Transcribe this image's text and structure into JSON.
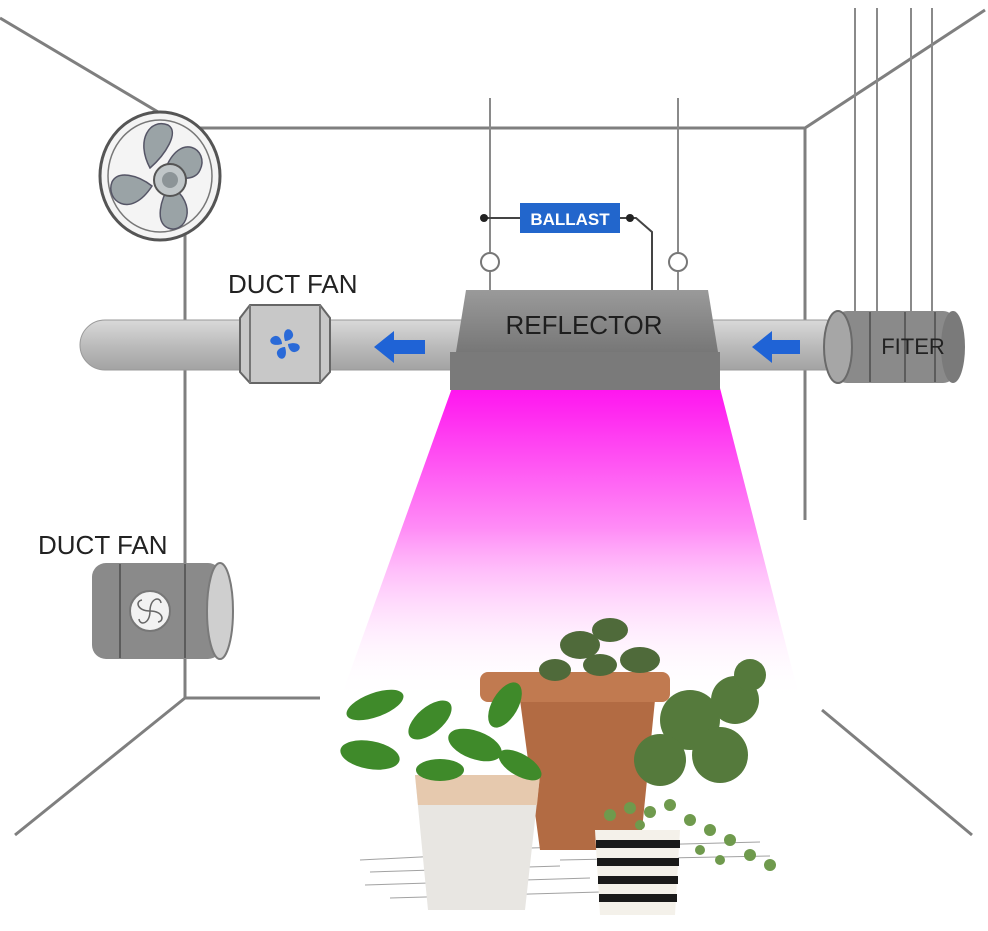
{
  "labels": {
    "duct_fan_top": "DUCT FAN",
    "duct_fan_side": "DUCT FAN",
    "reflector": "REFLECTOR",
    "ballast": "BALLAST",
    "filter": "FITER"
  },
  "icons": [
    "oscillating-fan-icon",
    "duct-fan-icon",
    "duct-fan-icon",
    "airflow-arrow-icon",
    "potted-plants-icon"
  ],
  "colors": {
    "line": "#7f7f7f",
    "duct": "#bdbdbd",
    "ballast": "#2266cc",
    "arrow": "#1f63d6",
    "light_top": "#ff17f0",
    "light_bottom": "#ffffff"
  }
}
